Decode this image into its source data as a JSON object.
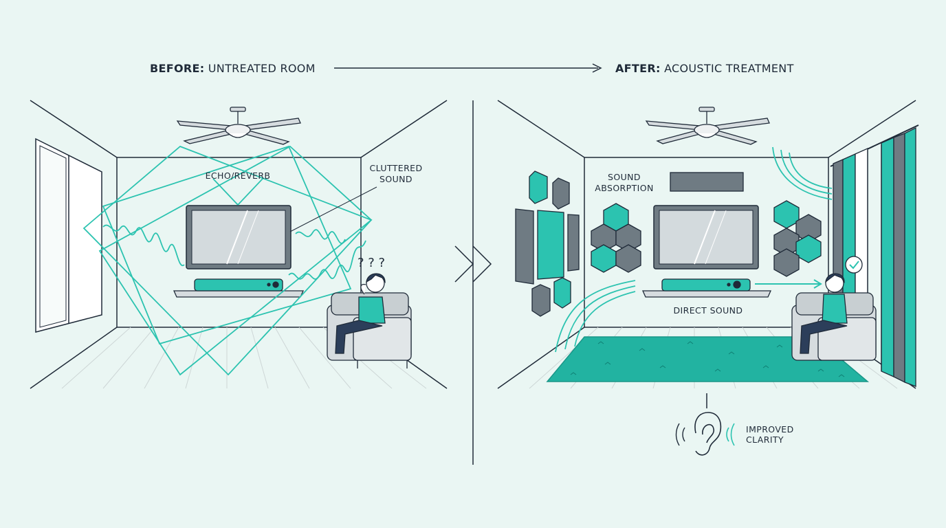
{
  "header": {
    "before_bold": "BEFORE:",
    "before_rest": " UNTREATED ROOM",
    "after_bold": "AFTER:",
    "after_rest": " ACOUSTIC TREATMENT"
  },
  "before_panel": {
    "echo_label": "ECHO/REVERB",
    "cluttered_label_line1": "CLUTTERED",
    "cluttered_label_line2": "SOUND",
    "confusion_marks": "? ? ?"
  },
  "after_panel": {
    "absorption_label_line1": "SOUND",
    "absorption_label_line2": "ABSORPTION",
    "direct_label": "DIRECT SOUND",
    "clarity_label_line1": "IMPROVED",
    "clarity_label_line2": "CLARITY"
  },
  "colors": {
    "background": "#eaf6f3",
    "line": "#1f2a38",
    "teal": "#2cc3b0",
    "gray_panel": "#6f7b83",
    "light_gray": "#d6dcdf"
  }
}
